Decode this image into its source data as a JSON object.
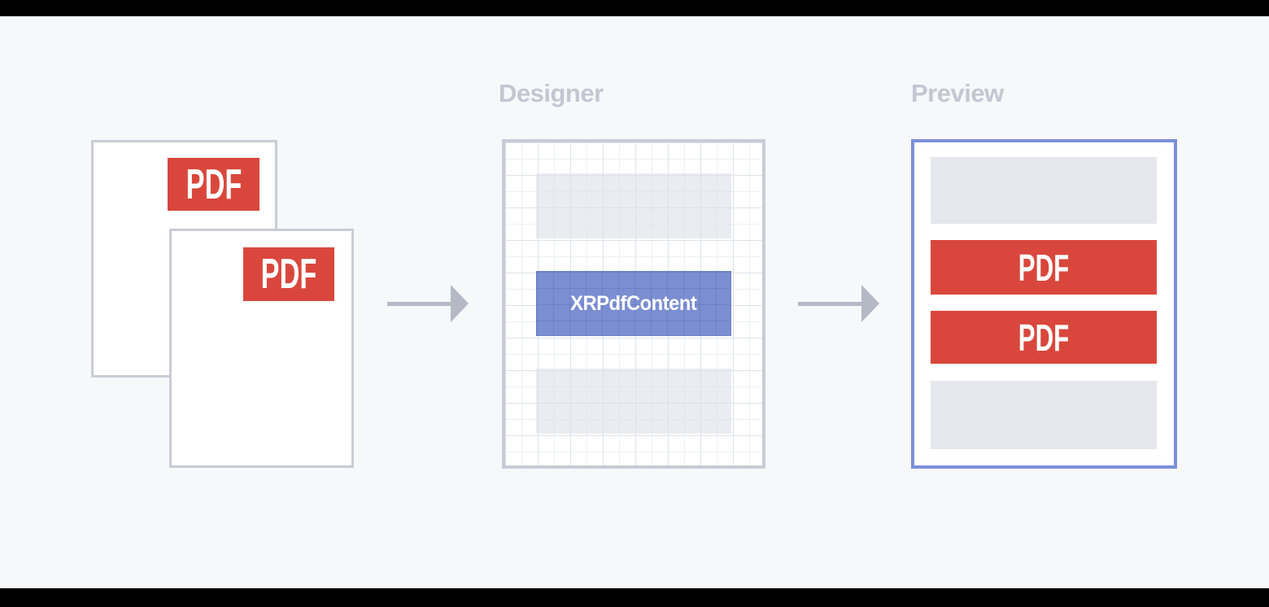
{
  "source": {
    "documents": [
      {
        "badge_label": "PDF"
      },
      {
        "badge_label": "PDF"
      }
    ]
  },
  "designer": {
    "title": "Designer",
    "control_label": "XRPdfContent"
  },
  "preview": {
    "title": "Preview",
    "bars": [
      {
        "kind": "placeholder",
        "label": ""
      },
      {
        "kind": "pdf",
        "label": "PDF"
      },
      {
        "kind": "pdf",
        "label": "PDF"
      },
      {
        "kind": "placeholder",
        "label": ""
      }
    ]
  },
  "colors": {
    "canvas_background": "#f7f8fa",
    "letterbox_black": "#000000",
    "pdf_red": "#d9473c",
    "accent_blue": "#7b8ed2",
    "preview_border_blue": "#7c90d9",
    "panel_border_gray": "#c9ccd6",
    "placeholder_gray": "#e5e7ec",
    "muted_title_gray": "#c4c7d2",
    "arrow_gray": "#b5b9c6"
  }
}
